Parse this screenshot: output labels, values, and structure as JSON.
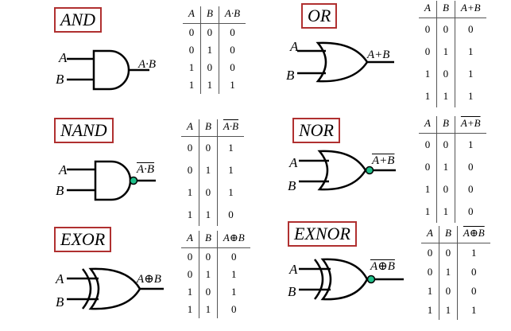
{
  "truth_header": {
    "a": "A",
    "b": "B"
  },
  "gates": [
    {
      "id": "and",
      "title": "AND",
      "input_a": "A",
      "input_b": "B",
      "output": "A·B",
      "output_overline": false,
      "table_header": "A·B",
      "header_overline": false,
      "rows": [
        [
          "0",
          "0",
          "0"
        ],
        [
          "0",
          "1",
          "0"
        ],
        [
          "1",
          "0",
          "0"
        ],
        [
          "1",
          "1",
          "1"
        ]
      ]
    },
    {
      "id": "or",
      "title": "OR",
      "input_a": "A",
      "input_b": "B",
      "output": "A+B",
      "output_overline": false,
      "table_header": "A+B",
      "header_overline": false,
      "rows": [
        [
          "0",
          "0",
          "0"
        ],
        [
          "0",
          "1",
          "1"
        ],
        [
          "1",
          "0",
          "1"
        ],
        [
          "1",
          "1",
          "1"
        ]
      ]
    },
    {
      "id": "nand",
      "title": "NAND",
      "input_a": "A",
      "input_b": "B",
      "output": "A·B",
      "output_overline": true,
      "table_header": "A·B",
      "header_overline": true,
      "rows": [
        [
          "0",
          "0",
          "1"
        ],
        [
          "0",
          "1",
          "1"
        ],
        [
          "1",
          "0",
          "1"
        ],
        [
          "1",
          "1",
          "0"
        ]
      ]
    },
    {
      "id": "nor",
      "title": "NOR",
      "input_a": "A",
      "input_b": "B",
      "output": "A+B",
      "output_overline": true,
      "table_header": "A+B",
      "header_overline": true,
      "rows": [
        [
          "0",
          "0",
          "1"
        ],
        [
          "0",
          "1",
          "0"
        ],
        [
          "1",
          "0",
          "0"
        ],
        [
          "1",
          "1",
          "0"
        ]
      ]
    },
    {
      "id": "exor",
      "title": "EXOR",
      "input_a": "A",
      "input_b": "B",
      "output": "A⊕B",
      "output_overline": false,
      "table_header": "A⊕B",
      "header_overline": false,
      "rows": [
        [
          "0",
          "0",
          "0"
        ],
        [
          "0",
          "1",
          "1"
        ],
        [
          "1",
          "0",
          "1"
        ],
        [
          "1",
          "1",
          "0"
        ]
      ]
    },
    {
      "id": "exnor",
      "title": "EXNOR",
      "input_a": "A",
      "input_b": "B",
      "output": "A⊕B",
      "output_overline": true,
      "table_header": "A⊕B",
      "header_overline": true,
      "rows": [
        [
          "0",
          "0",
          "1"
        ],
        [
          "0",
          "1",
          "0"
        ],
        [
          "1",
          "0",
          "0"
        ],
        [
          "1",
          "1",
          "1"
        ]
      ]
    }
  ],
  "colors": {
    "title_border": "#b03030",
    "inversion_bubble": "#1fc08a"
  }
}
